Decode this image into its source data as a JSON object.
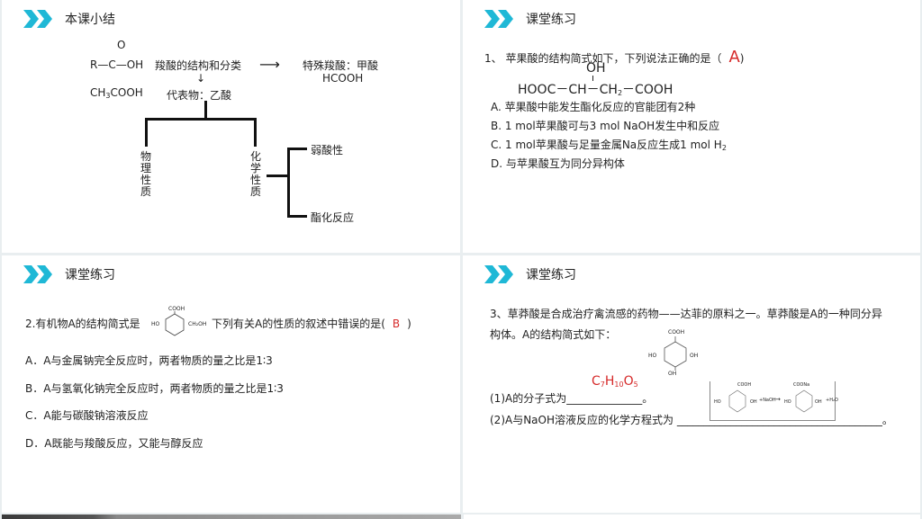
{
  "panel1": {
    "title": "本课小结",
    "formula_general": {
      "o": "O",
      "body": "R—C—OH"
    },
    "formula_acetic": {
      "pre": "CH",
      "sub": "3",
      "post": "COOH"
    },
    "topic": "羧酸的结构和分类",
    "special_label": "特殊羧酸：甲酸",
    "special_formula": "HCOOH",
    "representative": "代表物：乙酸",
    "branch_physical": "物理性质",
    "branch_chemical": "化学性质",
    "chem_item1": "弱酸性",
    "chem_item2": "酯化反应"
  },
  "panel2": {
    "title": "课堂练习",
    "question": "1、 苹果酸的结构简式如下，下列说法正确的是（",
    "answer": "A",
    "close": ")",
    "structure_oh": "OH",
    "structure_parts": {
      "a": "HOOC－CH－CH",
      "sub": "2",
      "b": "－COOH"
    },
    "options": [
      "A. 苹果酸中能发生酯化反应的官能团有2种",
      "B. 1 mol苹果酸可与3 mol NaOH发生中和反应",
      "C. 1 mol苹果酸与足量金属Na反应生成1 mol H",
      "D. 与苹果酸互为同分异构体"
    ],
    "option_c_sub": "2"
  },
  "panel3": {
    "title": "课堂练习",
    "question_pre": "2.有机物A的结构简式是",
    "question_post": "下列有关A的性质的叙述中错误的是(",
    "answer": "B",
    "close": ")",
    "structure_labels": {
      "top": "COOH",
      "left": "HO",
      "right": "CH₂OH"
    },
    "options": [
      "A．A与金属钠完全反应时，两者物质的量之比是1∶3",
      "B．A与氢氧化钠完全反应时，两者物质的量之比是1∶3",
      "C．A能与碳酸钠溶液反应",
      "D．A既能与羧酸反应，又能与醇反应"
    ]
  },
  "panel4": {
    "title": "课堂练习",
    "question_line1": "3、草莽酸是合成治疗禽流感的药物——达菲的原料之一。草莽酸是A的一种同分异",
    "question_line2": "构体。A的结构简式如下：",
    "structure_labels": {
      "top": "COOH",
      "left": "HO",
      "right": "OH",
      "bottom": "OH"
    },
    "answer1": {
      "c": "C",
      "c_sub": "7",
      "h": "H",
      "h_sub": "10",
      "o": "O",
      "o_sub": "5"
    },
    "sub1": "(1)A的分子式为______________。",
    "sub2": "(2)A与NaOH溶液反应的化学方程式为 ______________________________________。",
    "equation_labels": {
      "reactant_top": "COOH",
      "product_top": "COONa",
      "reagent": "+NaOH",
      "byproduct": "+H₂O",
      "ho": "HO",
      "oh": "OH"
    }
  },
  "colors": {
    "accent": "#1fb8d6",
    "answer_red": "#d62a2a",
    "gap": "#e9eef0"
  }
}
